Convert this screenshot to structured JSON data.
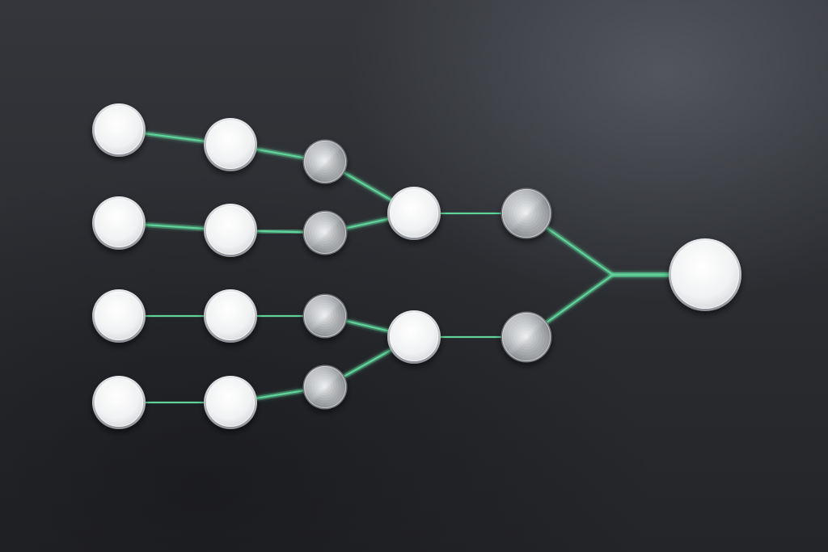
{
  "diagram": {
    "type": "tree-merge-network",
    "labels_visible": false,
    "colors": {
      "background": "#2b2d31",
      "connector": "#5fd39a",
      "node_white": "#f1f2f3",
      "node_metal": "#b9bcc0"
    },
    "nodes": [
      {
        "id": "in1",
        "style": "white"
      },
      {
        "id": "in2",
        "style": "white"
      },
      {
        "id": "in3",
        "style": "white"
      },
      {
        "id": "in4",
        "style": "white"
      },
      {
        "id": "h1",
        "style": "white"
      },
      {
        "id": "h2",
        "style": "white"
      },
      {
        "id": "h3",
        "style": "white"
      },
      {
        "id": "h4",
        "style": "white"
      },
      {
        "id": "m1",
        "style": "metal"
      },
      {
        "id": "m2",
        "style": "metal"
      },
      {
        "id": "m3",
        "style": "metal"
      },
      {
        "id": "m4",
        "style": "metal"
      },
      {
        "id": "j1",
        "style": "white"
      },
      {
        "id": "j2",
        "style": "white"
      },
      {
        "id": "k1",
        "style": "metal"
      },
      {
        "id": "k2",
        "style": "metal"
      },
      {
        "id": "out",
        "style": "white"
      }
    ],
    "edges": [
      {
        "from": "in1",
        "to": "h1"
      },
      {
        "from": "in2",
        "to": "h2"
      },
      {
        "from": "in3",
        "to": "h3"
      },
      {
        "from": "in4",
        "to": "h4"
      },
      {
        "from": "h1",
        "to": "m1"
      },
      {
        "from": "h2",
        "to": "m2"
      },
      {
        "from": "h3",
        "to": "m3"
      },
      {
        "from": "h4",
        "to": "m4"
      },
      {
        "from": "m1",
        "to": "j1"
      },
      {
        "from": "m2",
        "to": "j1"
      },
      {
        "from": "m3",
        "to": "j2"
      },
      {
        "from": "m4",
        "to": "j2"
      },
      {
        "from": "j1",
        "to": "k1"
      },
      {
        "from": "j2",
        "to": "k2"
      },
      {
        "from": "k1",
        "to": "out"
      },
      {
        "from": "k2",
        "to": "out"
      }
    ]
  }
}
